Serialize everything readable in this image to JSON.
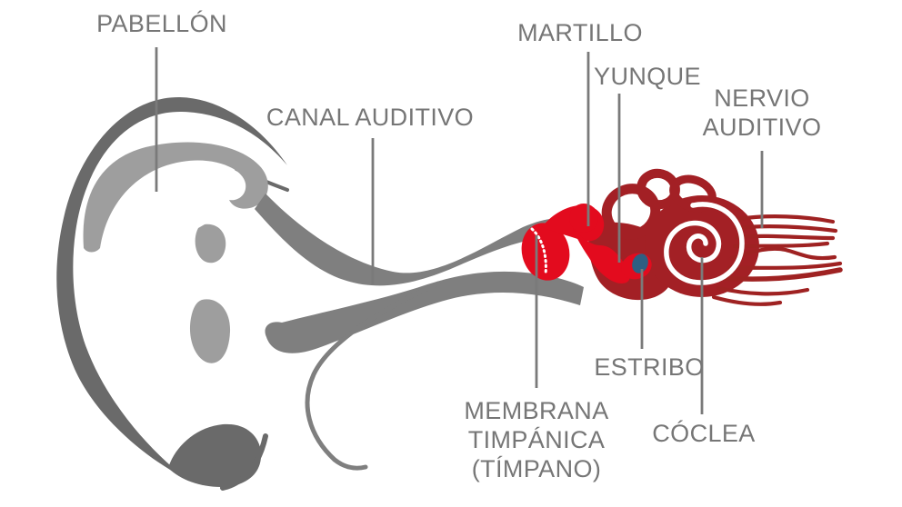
{
  "diagram": {
    "labels": {
      "pabellon": {
        "text": "PABELLÓN"
      },
      "canal_auditivo": {
        "text": "CANAL AUDITIVO"
      },
      "martillo": {
        "text": "MARTILLO"
      },
      "yunque": {
        "text": "YUNQUE"
      },
      "nervio_auditivo": {
        "line1": "NERVIO",
        "line2": "AUDITIVO"
      },
      "membrana_timpanica": {
        "line1": "MEMBRANA",
        "line2": "TIMPÁNICA",
        "line3": "(TÍMPANO)"
      },
      "estribo": {
        "text": "ESTRIBO"
      },
      "coclea": {
        "text": "CÓCLEA"
      }
    },
    "colors": {
      "background": "#ffffff",
      "label_text": "#767676",
      "leader_line": "#7a7a7a",
      "outer_ear_dark_gray": "#6a6a6a",
      "inner_ear_light_gray": "#9e9e9e",
      "canal_gray": "#7f7f7f",
      "middle_ear_bright_red": "#e30b1e",
      "inner_ear_dark_red": "#a32025",
      "nerve_dark_red": "#9f2222",
      "oval_window_blue": "#2e5f82",
      "detail_white": "#ffffff"
    }
  }
}
